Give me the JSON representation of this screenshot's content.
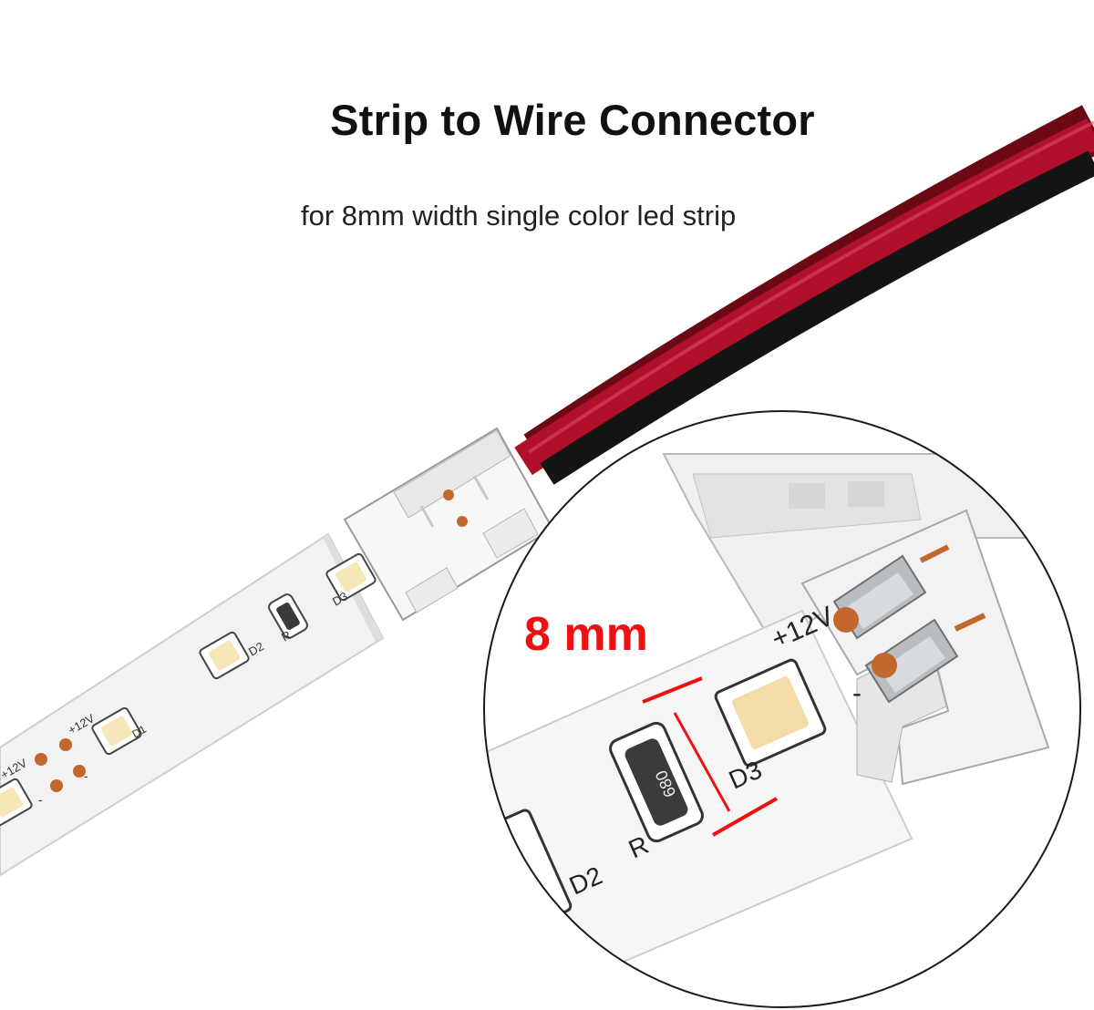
{
  "title": "Strip to Wire Connector",
  "subtitle": "for 8mm width single color led strip",
  "width_label": "8 mm",
  "strip_markings": {
    "plus12v": "+12V",
    "minus": "-",
    "resistor_ref": "R",
    "resistor_code": "680",
    "d1": "D1",
    "d2": "D2",
    "d3": "D3"
  },
  "colors": {
    "title": "#111111",
    "subtitle": "#222222",
    "width_label": "#ee1111",
    "wire_red": "#b0102a",
    "wire_black": "#141414",
    "led": "#f6e6b8",
    "copper_pad": "#c2682e"
  }
}
